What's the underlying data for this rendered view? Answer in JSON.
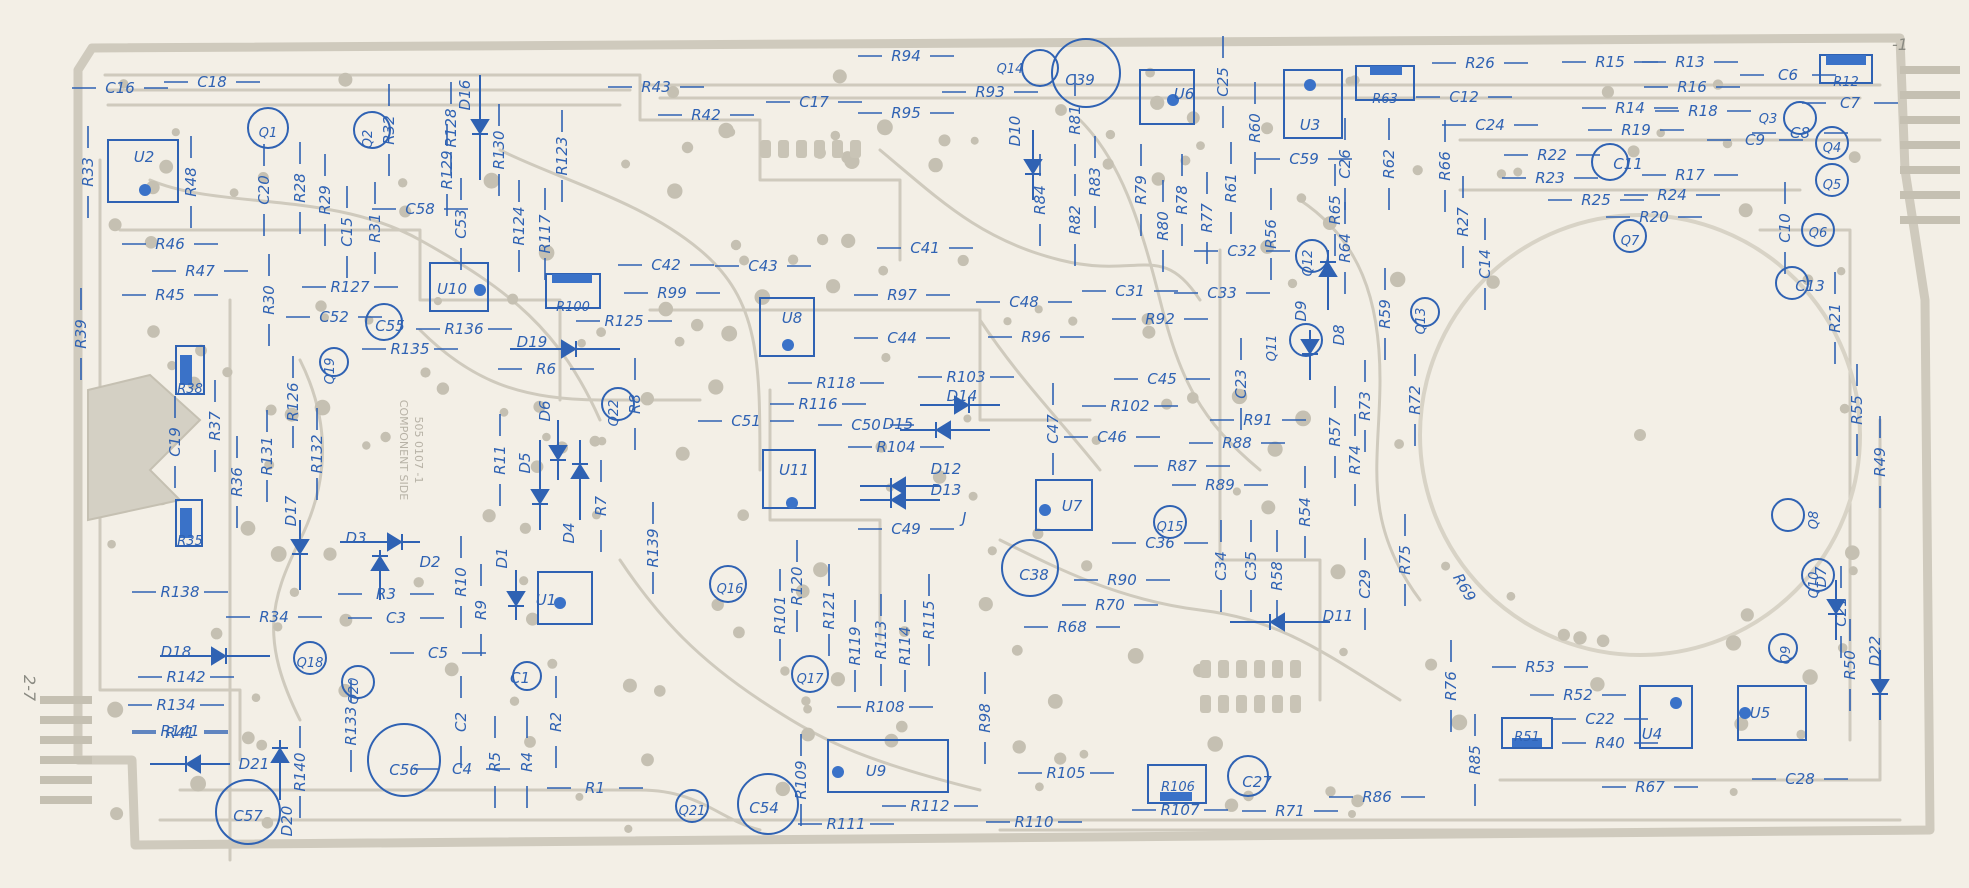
{
  "colors": {
    "paper": "#f3efe6",
    "board_trace": "#cfcabd",
    "pad": "#c5c0b2",
    "silkscreen": "#2f62b3",
    "marker_fill": "#3a72c8"
  },
  "board": {
    "edge_marks": [
      "-1",
      "2-7"
    ],
    "rotated_notes": [
      "505 0107 -1",
      "COMPONENT SIDE"
    ],
    "marker_label": "J"
  },
  "components": {
    "ics": [
      "U1",
      "U2",
      "U3",
      "U4",
      "U5",
      "U6",
      "U7",
      "U8",
      "U9",
      "U10",
      "U11"
    ],
    "transistors": [
      "Q1",
      "Q2",
      "Q3",
      "Q4",
      "Q5",
      "Q6",
      "Q7",
      "Q8",
      "Q9",
      "Q10",
      "Q11",
      "Q12",
      "Q13",
      "Q14",
      "Q15",
      "Q16",
      "Q17",
      "Q18",
      "Q19",
      "Q20",
      "Q21",
      "Q22"
    ],
    "diodes": [
      "D1",
      "D2",
      "D3",
      "D4",
      "D5",
      "D6",
      "D7",
      "D8",
      "D9",
      "D10",
      "D11",
      "D12",
      "D13",
      "D14",
      "D15",
      "D16",
      "D17",
      "D18",
      "D19",
      "D20",
      "D21",
      "D22"
    ],
    "boxed_resistors": [
      "R12",
      "R35",
      "R38",
      "R51",
      "R63",
      "R100",
      "R106"
    ],
    "electrolytics": [
      "C1",
      "C11",
      "C13",
      "C27",
      "C38",
      "C39",
      "C54",
      "C55",
      "C56",
      "C57"
    ],
    "resistor_labels": [
      "R1",
      "R2",
      "R3",
      "R4",
      "R5",
      "R6",
      "R7",
      "R8",
      "R9",
      "R10",
      "R11",
      "R13",
      "R14",
      "R15",
      "R16",
      "R17",
      "R18",
      "R19",
      "R20",
      "R21",
      "R22",
      "R23",
      "R24",
      "R25",
      "R26",
      "R27",
      "R28",
      "R29",
      "R30",
      "R31",
      "R32",
      "R33",
      "R34",
      "R36",
      "R37",
      "R39",
      "R40",
      "R41",
      "R42",
      "R43",
      "R45",
      "R46",
      "R47",
      "R48",
      "R49",
      "R50",
      "R52",
      "R53",
      "R54",
      "R55",
      "R56",
      "R57",
      "R58",
      "R59",
      "R60",
      "R61",
      "R62",
      "R64",
      "R65",
      "R66",
      "R67",
      "R68",
      "R69",
      "R70",
      "R71",
      "R72",
      "R73",
      "R74",
      "R75",
      "R76",
      "R77",
      "R78",
      "R79",
      "R80",
      "R81",
      "R82",
      "R83",
      "R84",
      "R85",
      "R86",
      "R87",
      "R88",
      "R89",
      "R90",
      "R91",
      "R92",
      "R93",
      "R94",
      "R95",
      "R96",
      "R97",
      "R98",
      "R99",
      "R101",
      "R102",
      "R103",
      "R104",
      "R105",
      "R107",
      "R108",
      "R109",
      "R110",
      "R111",
      "R112",
      "R113",
      "R114",
      "R115",
      "R116",
      "R117",
      "R118",
      "R119",
      "R120",
      "R121",
      "R123",
      "R124",
      "R125",
      "R126",
      "R127",
      "R128",
      "R129",
      "R130",
      "R131",
      "R132",
      "R133",
      "R134",
      "R135",
      "R136",
      "R138",
      "R139",
      "R140",
      "R141",
      "R142"
    ],
    "capacitor_labels": [
      "C2",
      "C3",
      "C4",
      "C5",
      "C6",
      "C7",
      "C8",
      "C9",
      "C10",
      "C12",
      "C14",
      "C15",
      "C16",
      "C17",
      "C18",
      "C19",
      "C20",
      "C21",
      "C22",
      "C23",
      "C24",
      "C25",
      "C26",
      "C28",
      "C29",
      "C31",
      "C32",
      "C33",
      "C34",
      "C35",
      "C36",
      "C41",
      "C42",
      "C43",
      "C44",
      "C45",
      "C46",
      "C47",
      "C48",
      "C49",
      "C50",
      "C51",
      "C52",
      "C53",
      "C58",
      "C59"
    ]
  }
}
